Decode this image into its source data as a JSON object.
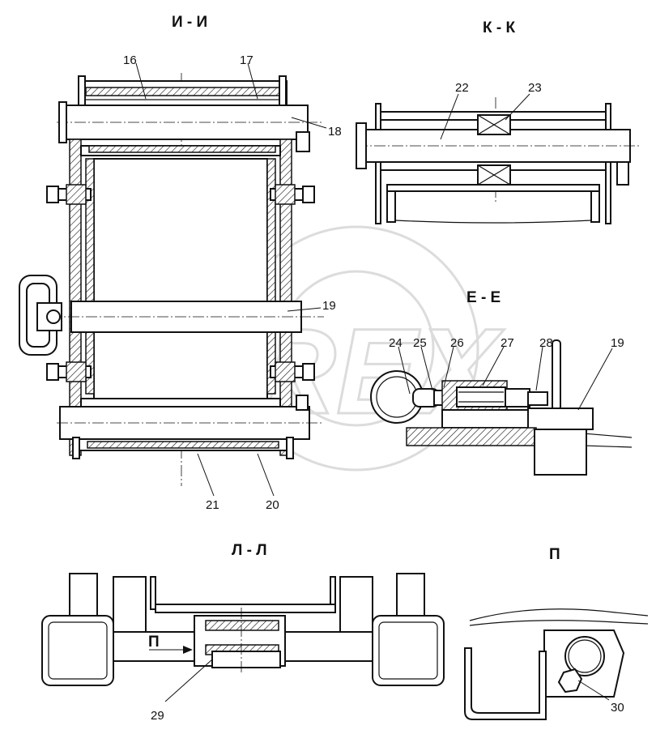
{
  "views": {
    "ii": "И - И",
    "kk": "К - К",
    "ee": "Е - Е",
    "ll": "Л - Л",
    "p": "П"
  },
  "arrow_label": "П",
  "callouts": {
    "c16": "16",
    "c17": "17",
    "c18": "18",
    "c19a": "19",
    "c20": "20",
    "c21": "21",
    "c22": "22",
    "c23": "23",
    "c24": "24",
    "c25": "25",
    "c26": "26",
    "c27": "27",
    "c28": "28",
    "c19b": "19",
    "c29": "29",
    "c30": "30"
  },
  "watermark": "OREX"
}
